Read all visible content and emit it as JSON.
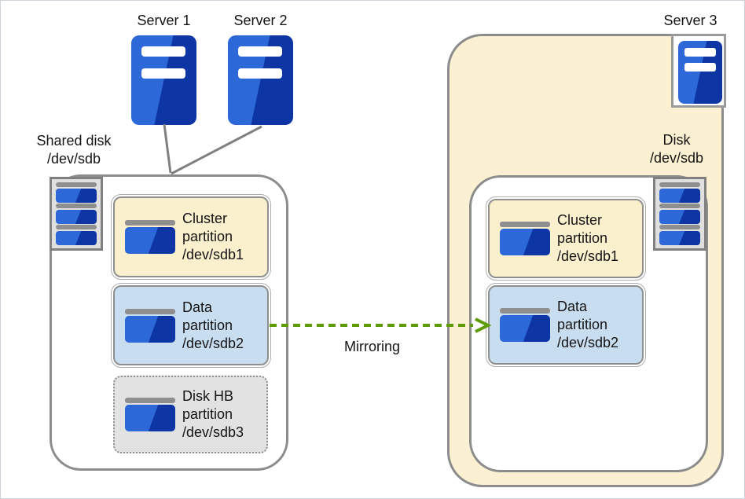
{
  "diagram": {
    "servers": {
      "server1": "Server 1",
      "server2": "Server 2",
      "server3": "Server 3"
    },
    "shared_disk_label": {
      "line1": "Shared disk",
      "line2": "/dev/sdb"
    },
    "disk_label": {
      "line1": "Disk",
      "line2": "/dev/sdb"
    },
    "mirroring_label": "Mirroring",
    "left_container": {
      "partitions": [
        {
          "type": "cluster",
          "lines": [
            "Cluster",
            "partition",
            "/dev/sdb1"
          ],
          "fill": "#faf0ce"
        },
        {
          "type": "data",
          "lines": [
            "Data",
            "partition",
            "/dev/sdb2"
          ],
          "fill": "#c9ddf1"
        },
        {
          "type": "disk_hb",
          "lines": [
            "Disk HB",
            "partition",
            "/dev/sdb3"
          ],
          "fill": "#e2e2e2"
        }
      ]
    },
    "right_container": {
      "partitions": [
        {
          "type": "cluster",
          "lines": [
            "Cluster",
            "partition",
            "/dev/sdb1"
          ],
          "fill": "#faf0ce"
        },
        {
          "type": "data",
          "lines": [
            "Data",
            "partition",
            "/dev/sdb2"
          ],
          "fill": "#c9ddf1"
        }
      ]
    },
    "icons": {
      "server": "server-icon",
      "disk": "disk-stack-icon",
      "partition": "partition-icon",
      "arrow": "mirroring-arrow"
    },
    "colors": {
      "server_blue_light": "#2d68d8",
      "server_blue_dark": "#0e35a4",
      "container_border": "#8c8c8c",
      "tan_fill": "#fbf1d2",
      "cluster_fill": "#faf0ce",
      "data_fill": "#c9ddf1",
      "disk_hb_fill": "#e2e2e2",
      "arrow_green": "#5e9b05",
      "line_gray": "#808080"
    }
  }
}
